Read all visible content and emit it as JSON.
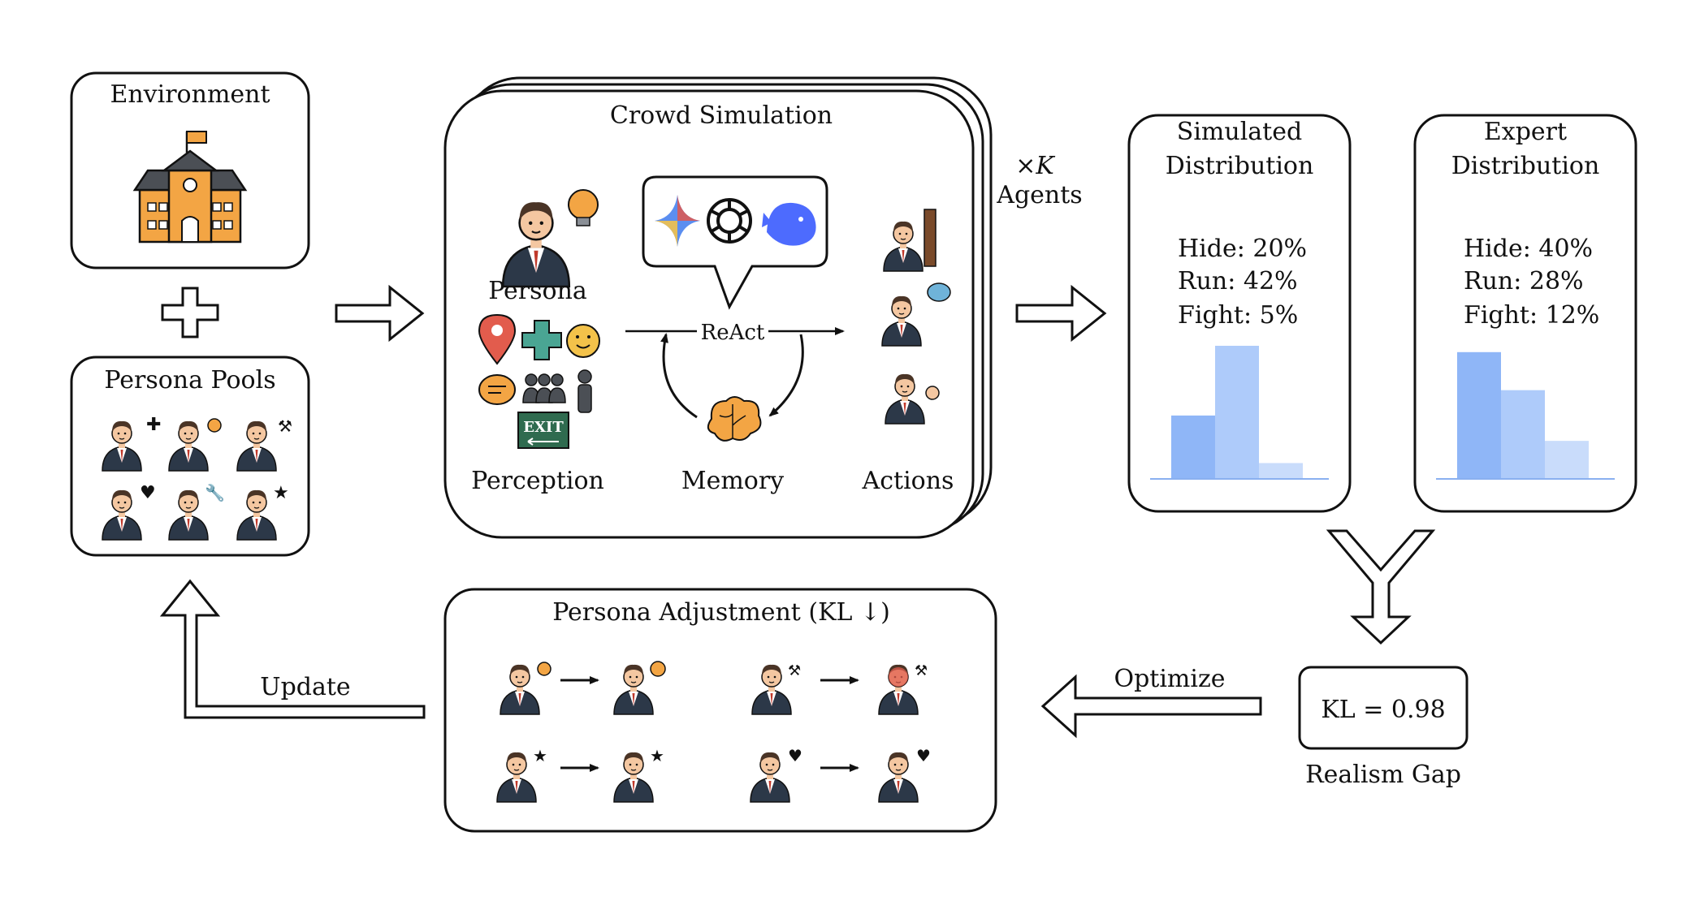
{
  "environment": {
    "title": "Environment"
  },
  "persona_pools": {
    "title": "Persona Pools"
  },
  "crowd_simulation": {
    "title": "Crowd Simulation",
    "persona_label": "Persona",
    "perception_label": "Perception",
    "memory_label": "Memory",
    "actions_label": "Actions",
    "react_label": "ReAct",
    "exit_sign": "EXIT"
  },
  "agents": {
    "times_k": "×K",
    "agents_label": "Agents"
  },
  "simulated_distribution": {
    "title_line1": "Simulated",
    "title_line2": "Distribution",
    "stats": [
      "Hide: 20%",
      "Run: 42%",
      "Fight: 5%"
    ]
  },
  "expert_distribution": {
    "title_line1": "Expert",
    "title_line2": "Distribution",
    "stats": [
      "Hide: 40%",
      "Run: 28%",
      "Fight: 12%"
    ]
  },
  "realism_gap": {
    "value": "KL = 0.98",
    "label": "Realism Gap"
  },
  "optimize_label": "Optimize",
  "persona_adjustment": {
    "title": "Persona Adjustment (KL ↓)"
  },
  "update_label": "Update",
  "colors": {
    "bar_dark": "#8fb6f7",
    "bar_mid": "#aecbfa",
    "bar_light": "#c9dcfb",
    "axis": "#8ab0f0",
    "school": "#f3a544",
    "green": "#4aa593",
    "exit_green": "#2f6b4f",
    "suit": "#2c3848",
    "skin": "#f4c7a1"
  },
  "chart_data": [
    {
      "type": "bar",
      "categories": [
        "Hide",
        "Run",
        "Fight"
      ],
      "values": [
        20,
        42,
        5
      ]
    },
    {
      "type": "bar",
      "categories": [
        "Hide",
        "Run",
        "Fight"
      ],
      "values": [
        40,
        28,
        12
      ]
    }
  ]
}
